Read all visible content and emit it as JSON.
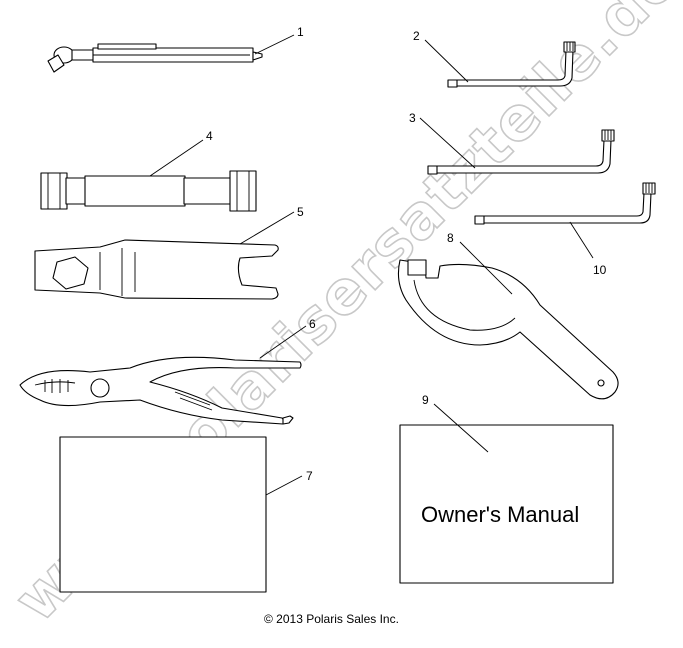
{
  "watermark": "www.polarisersatzteile.de",
  "callouts": {
    "c1": "1",
    "c2": "2",
    "c3": "3",
    "c4": "4",
    "c5": "5",
    "c6": "6",
    "c7": "7",
    "c8": "8",
    "c9": "9",
    "c10": "10"
  },
  "manual": {
    "title": "Owner's Manual"
  },
  "copyright": "© 2013 Polaris Sales Inc."
}
